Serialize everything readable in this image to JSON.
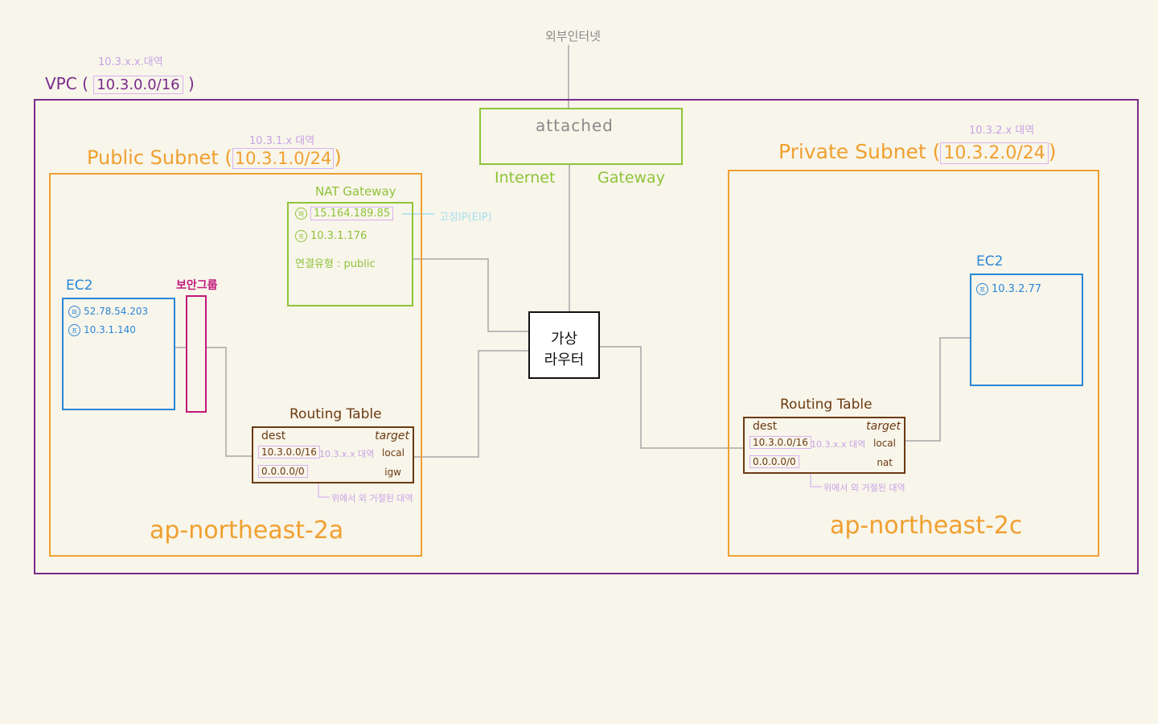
{
  "internet": {
    "label": "외부인터넷"
  },
  "vpc": {
    "label_prefix": "VPC (",
    "cidr": "10.3.0.0/16",
    "label_suffix": ")",
    "range_note": "10.3.x.x.대역",
    "color": "#7a2a8c"
  },
  "igw": {
    "attached_label": "attached",
    "name_left": "Internet",
    "name_right": "Gateway",
    "color": "#8fc33a"
  },
  "router": {
    "line1": "가상",
    "line2": "라우터"
  },
  "public_subnet": {
    "label_prefix": "Public Subnet (",
    "cidr": "10.3.1.0/24",
    "label_suffix": ")",
    "range_note": "10.3.1.x 대역",
    "az": "ap-northeast-2a",
    "color": "#f0a030",
    "nat": {
      "title": "NAT Gateway",
      "public_badge": "퍼",
      "public_ip": "15.164.189.85",
      "eip_note": "고정IP(EIP)",
      "private_badge": "프",
      "private_ip": "10.3.1.176",
      "conn_type": "연결유형 : public"
    },
    "ec2": {
      "title": "EC2",
      "public_badge": "퍼",
      "public_ip": "52.78.54.203",
      "private_badge": "프",
      "private_ip": "10.3.1.140"
    },
    "sg": {
      "label": "보안그룹",
      "color": "#c0187a"
    },
    "routing_table": {
      "title": "Routing Table",
      "header_dest": "dest",
      "header_target": "target",
      "rows": [
        {
          "dest": "10.3.0.0/16",
          "note": "10.3.x.x 대역",
          "target": "local"
        },
        {
          "dest": "0.0.0.0/0",
          "note": "",
          "target": "igw"
        }
      ],
      "footnote": "위에서 외 거절된 대역"
    }
  },
  "private_subnet": {
    "label_prefix": "Private Subnet (",
    "cidr": "10.3.2.0/24",
    "label_suffix": ")",
    "range_note": "10.3.2.x 대역",
    "az": "ap-northeast-2c",
    "ec2": {
      "title": "EC2",
      "private_badge": "프",
      "private_ip": "10.3.2.77"
    },
    "routing_table": {
      "title": "Routing Table",
      "header_dest": "dest",
      "header_target": "target",
      "rows": [
        {
          "dest": "10.3.0.0/16",
          "note": "10.3.x.x 대역",
          "target": "local"
        },
        {
          "dest": "0.0.0.0/0",
          "note": "",
          "target": "nat"
        }
      ],
      "footnote": "위에서 외 거절된 대역"
    }
  }
}
